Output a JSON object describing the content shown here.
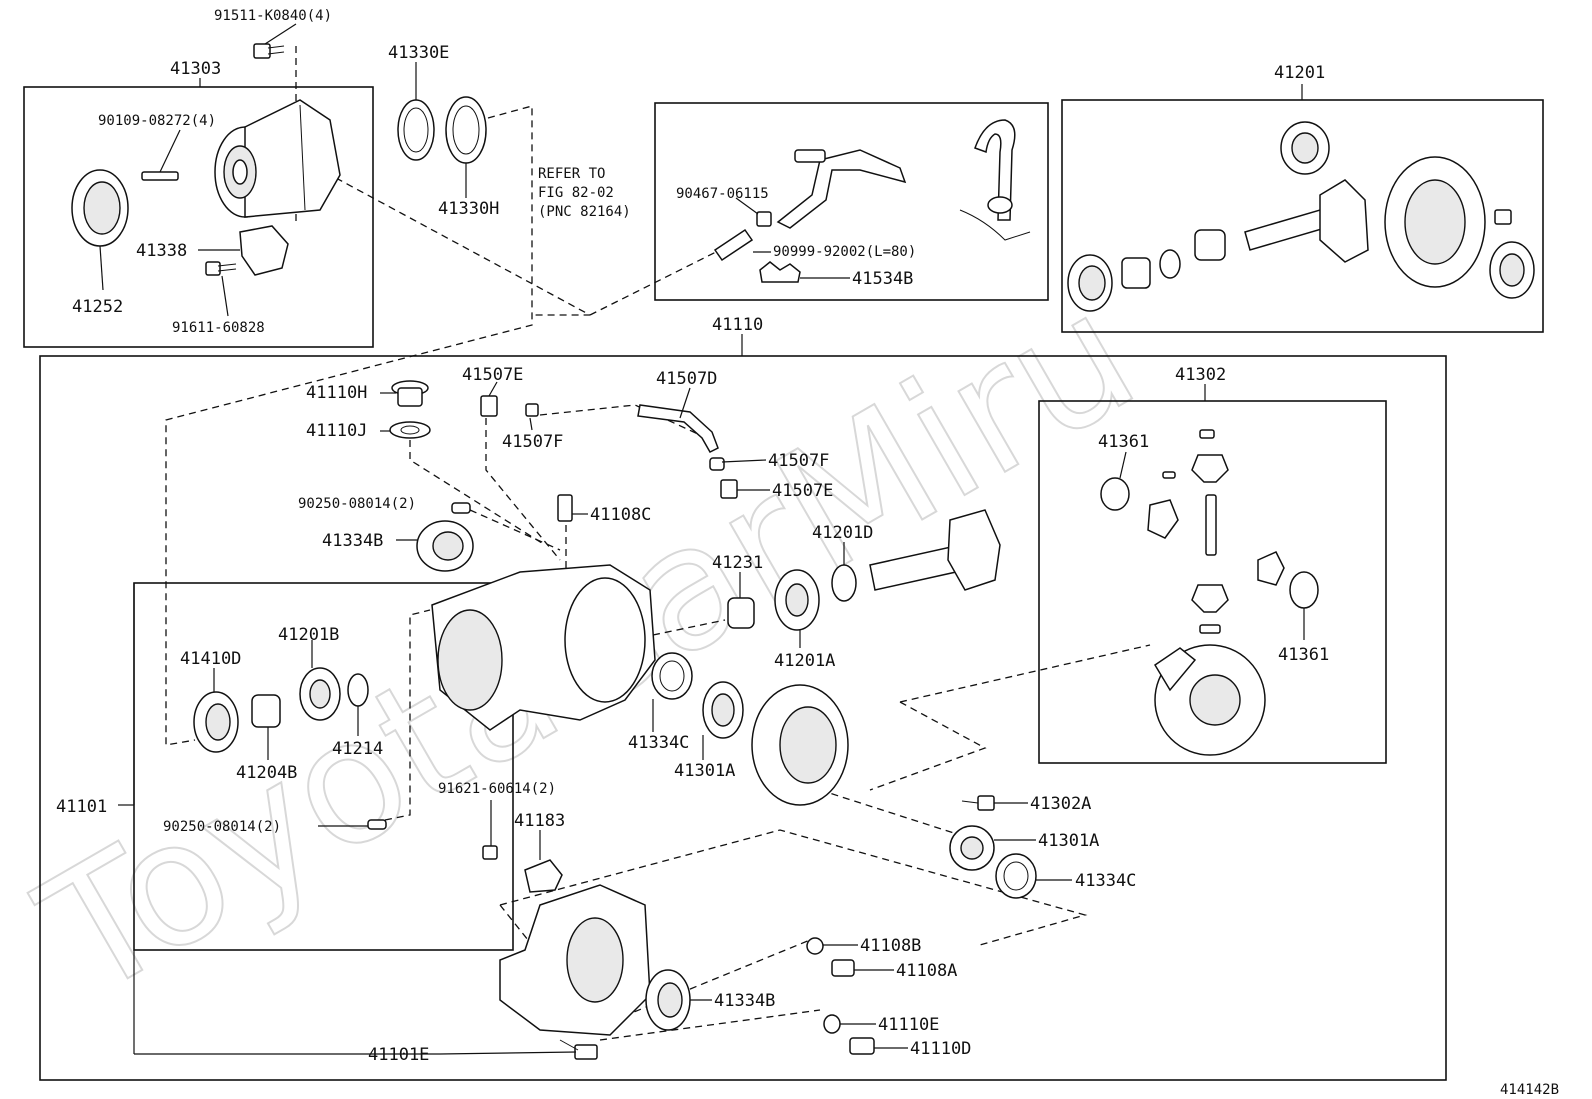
{
  "diagram_code": "414142B",
  "watermark": "ToyotaCarMiru",
  "note": {
    "line1": "REFER TO",
    "line2": "FIG 82-02",
    "line3": "(PNC 82164)"
  },
  "labels": {
    "l_91511": "91511-K0840(4)",
    "l_41303": "41303",
    "l_90109": "90109-08272(4)",
    "l_41338": "41338",
    "l_41252": "41252",
    "l_91611": "91611-60828",
    "l_41330E": "41330E",
    "l_41330H": "41330H",
    "l_90467": "90467-06115",
    "l_90999": "90999-92002(L=80)",
    "l_41534B": "41534B",
    "l_41201": "41201",
    "l_41110": "41110",
    "l_41110H": "41110H",
    "l_41110J": "41110J",
    "l_41507E_a": "41507E",
    "l_41507D": "41507D",
    "l_41507F_a": "41507F",
    "l_41507F_b": "41507F",
    "l_41507E_b": "41507E",
    "l_90250_a": "90250-08014(2)",
    "l_41108C": "41108C",
    "l_41334B_a": "41334B",
    "l_41201D": "41201D",
    "l_41231": "41231",
    "l_41201A": "41201A",
    "l_41302": "41302",
    "l_41361_a": "41361",
    "l_41361_b": "41361",
    "l_41410D": "41410D",
    "l_41201B": "41201B",
    "l_41214": "41214",
    "l_41204B": "41204B",
    "l_41334C_a": "41334C",
    "l_41301A_a": "41301A",
    "l_41101": "41101",
    "l_90250_b": "90250-08014(2)",
    "l_91621": "91621-60614(2)",
    "l_41183": "41183",
    "l_41302A": "41302A",
    "l_41301A_b": "41301A",
    "l_41334C_b": "41334C",
    "l_41108B": "41108B",
    "l_41108A": "41108A",
    "l_41334B_b": "41334B",
    "l_41110E": "41110E",
    "l_41110D": "41110D",
    "l_41101E": "41101E"
  }
}
